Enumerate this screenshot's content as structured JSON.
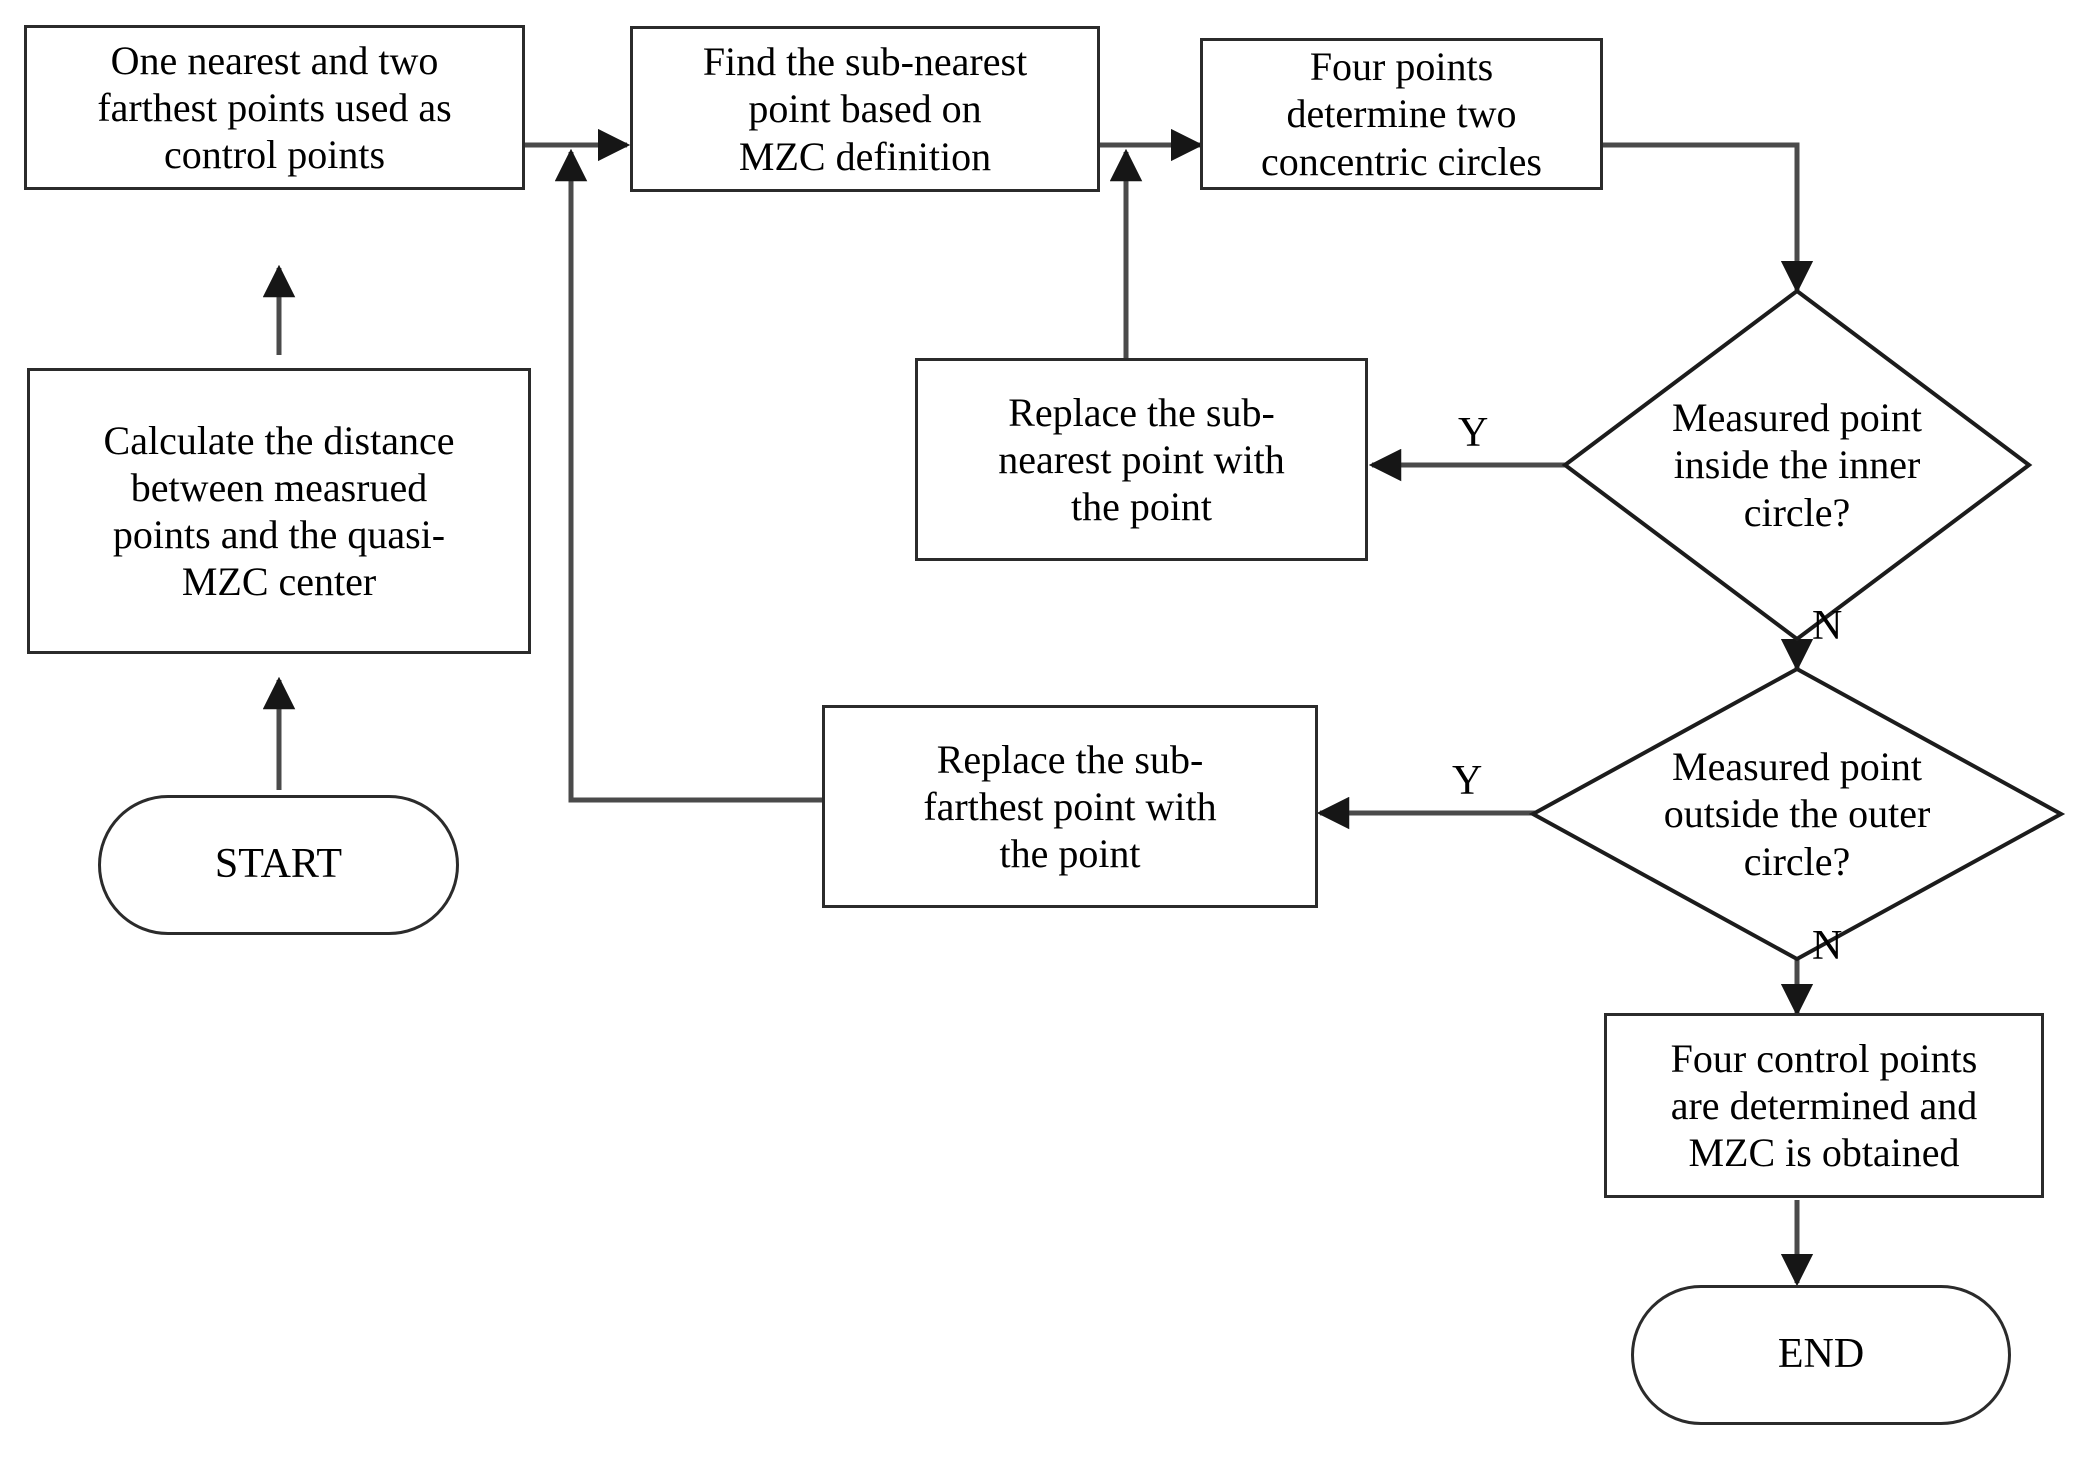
{
  "diagram": {
    "type": "flowchart",
    "title": "MZC (Minimum Zone Circle) control point search algorithm",
    "background_color": "#ffffff",
    "line_color": "#2b2b2b",
    "text_color": "#000000"
  },
  "nodes": {
    "start": {
      "label": "START",
      "shape": "terminal"
    },
    "calculate_distance": {
      "label": "Calculate the distance\nbetween measrued\npoints and the quasi-\nMZC center",
      "shape": "process"
    },
    "control_points": {
      "label": "One nearest and two\nfarthest points used as\ncontrol points",
      "shape": "process"
    },
    "find_sub_nearest": {
      "label": "Find the sub-nearest\npoint based on\nMZC definition",
      "shape": "process"
    },
    "four_points_circles": {
      "label": "Four points\ndetermine two\nconcentric circles",
      "shape": "process"
    },
    "decision_inner": {
      "label": "Measured point\ninside the inner\ncircle?",
      "shape": "decision"
    },
    "decision_outer": {
      "label": "Measured point\noutside the outer\ncircle?",
      "shape": "decision"
    },
    "replace_sub_nearest": {
      "label": "Replace the sub-\nnearest point with\nthe point",
      "shape": "process"
    },
    "replace_sub_farthest": {
      "label": "Replace the sub-\nfarthest point with\nthe point",
      "shape": "process"
    },
    "four_control_points": {
      "label": "Four control points\nare determined and\nMZC is obtained",
      "shape": "process"
    },
    "end": {
      "label": "END",
      "shape": "terminal"
    }
  },
  "edge_labels": {
    "inner_yes": "Y",
    "inner_no": "N",
    "outer_yes": "Y",
    "outer_no": "N"
  }
}
